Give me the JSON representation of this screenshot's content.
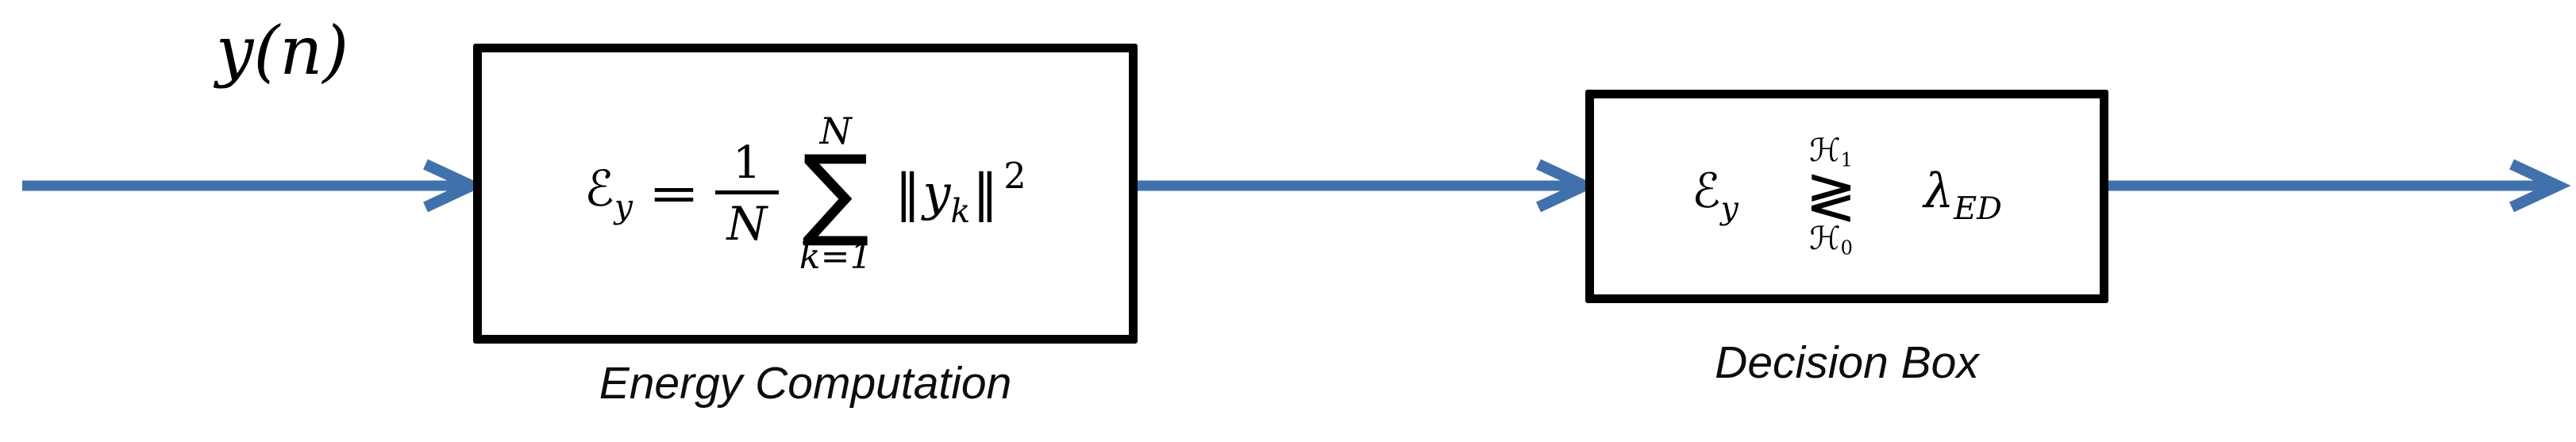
{
  "colors": {
    "arrow": "#4171AD",
    "box_border": "#000000",
    "background": "#FFFFFF"
  },
  "input_label": "y(n)",
  "energy_block": {
    "caption": "Energy Computation",
    "formula": {
      "lhs": "ℰ",
      "lhs_sub": "y",
      "equals": "=",
      "frac_num": "1",
      "frac_den": "N",
      "sum_upper": "N",
      "sum_symbol": "∑",
      "sum_lower": "k=1",
      "norm_open": "‖",
      "arg": "y",
      "arg_sub": "k",
      "norm_close": "‖",
      "exponent": "2"
    }
  },
  "decision_block": {
    "caption": "Decision Box",
    "formula": {
      "lhs": "ℰ",
      "lhs_sub": "y",
      "hyp_upper": "ℋ",
      "hyp_upper_sub": "1",
      "relation": "≷",
      "hyp_lower": "ℋ",
      "hyp_lower_sub": "0",
      "threshold": "λ",
      "threshold_sub": "ED"
    }
  }
}
